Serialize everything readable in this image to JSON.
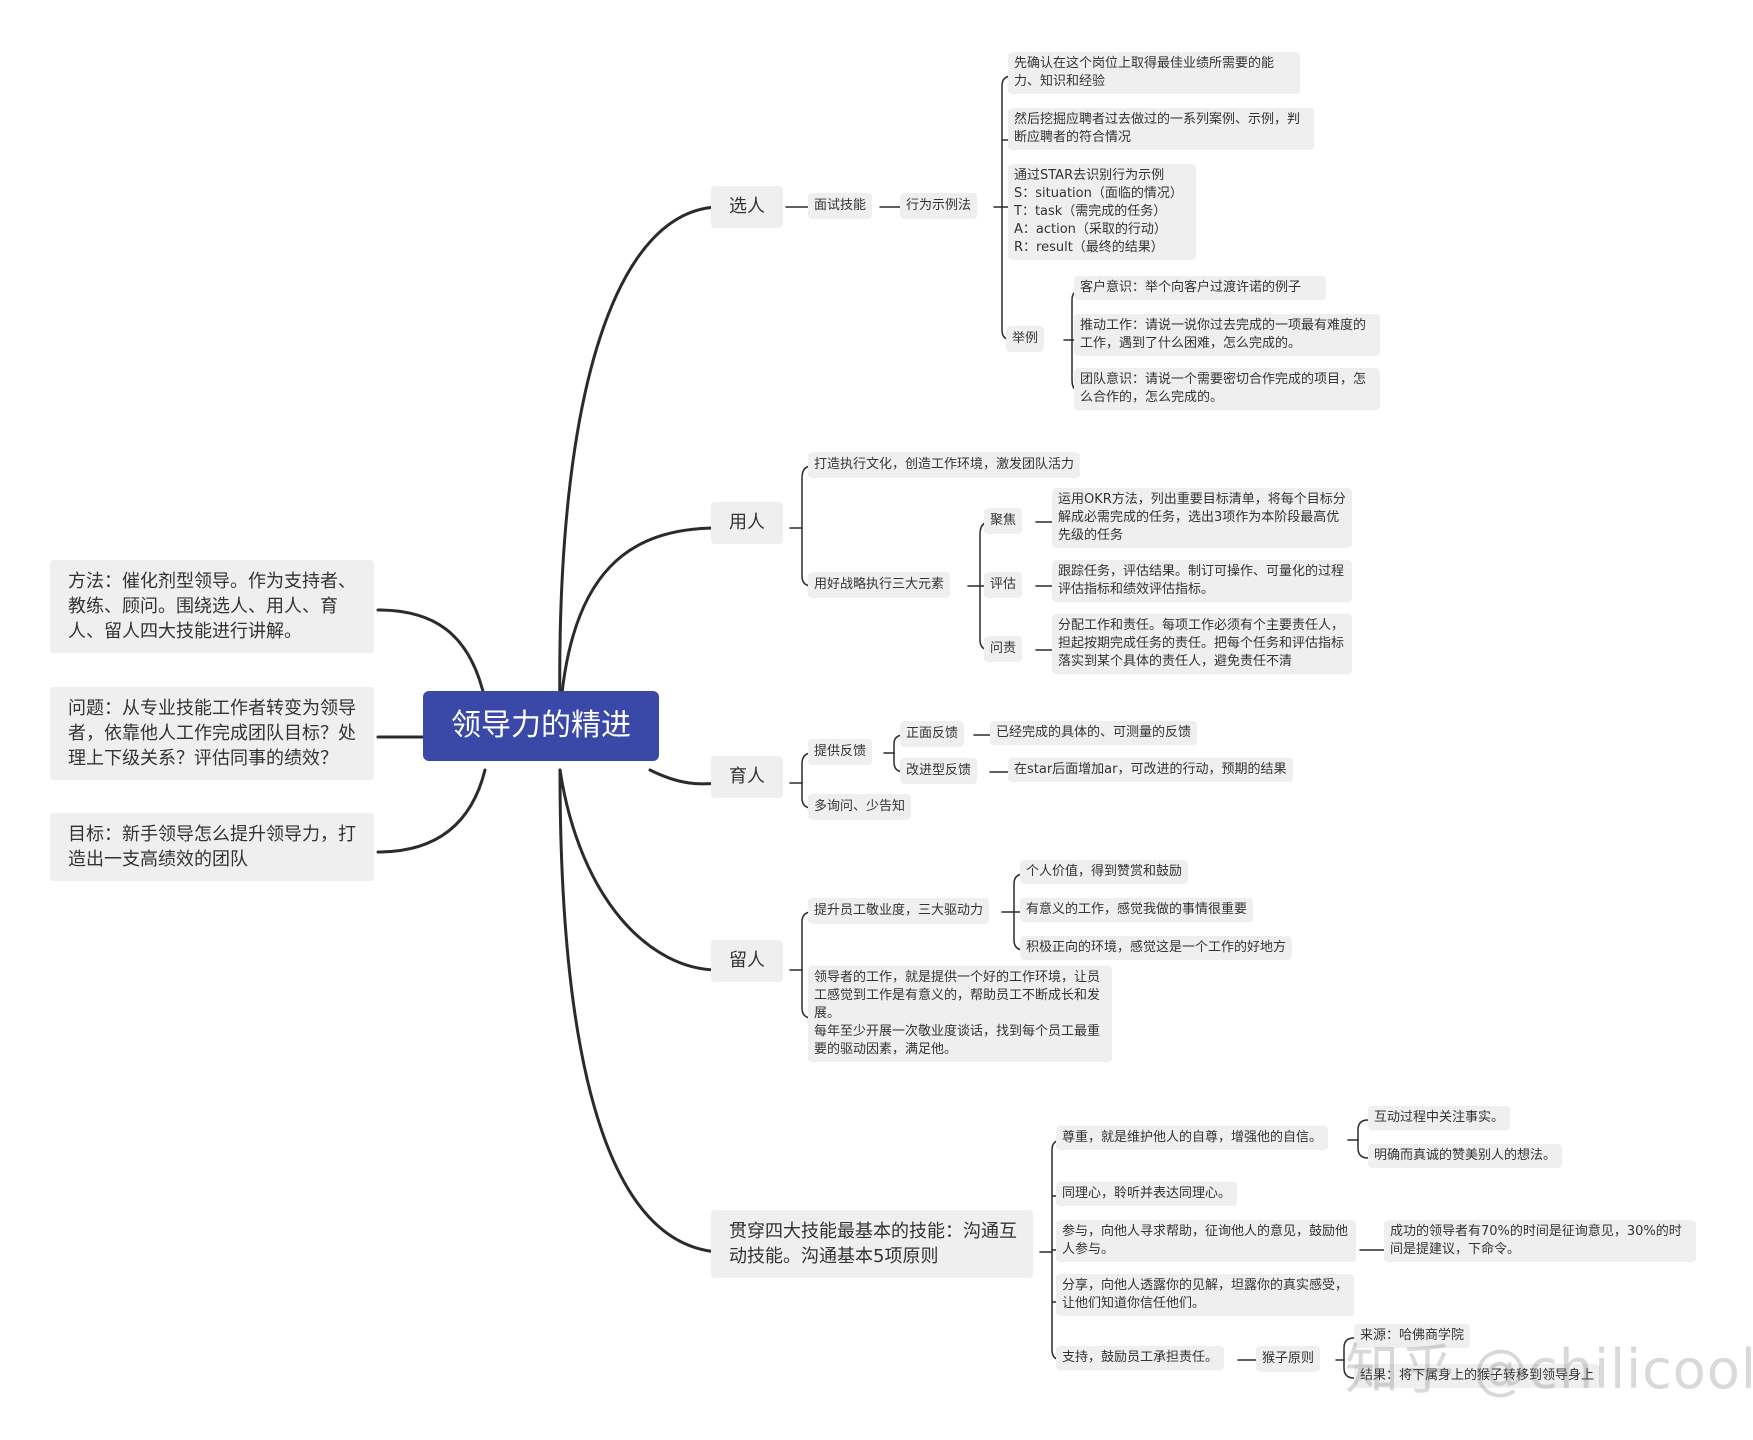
{
  "root": "领导力的精进",
  "left_notes": {
    "method": "方法：催化剂型领导。作为支持者、教练、顾问。围绕选人、用人、育人、留人四大技能进行讲解。",
    "problem": "问题：从专业技能工作者转变为领导者，依靠他人工作完成团队目标？处理上下级关系？评估同事的绩效？",
    "goal": "目标：新手领导怎么提升领导力，打造出一支高绩效的团队"
  },
  "xuanren": {
    "label": "选人",
    "interview": "面试技能",
    "behavior": "行为示例法",
    "b1": "先确认在这个岗位上取得最佳业绩所需要的能力、知识和经验",
    "b2": "然后挖掘应聘者过去做过的一系列案例、示例，判断应聘者的符合情况",
    "b3": "通过STAR去识别行为示例\nS：situation（面临的情况）\nT：task（需完成的任务）\nA：action（采取的行动）\nR：result（最终的结果）",
    "example": "举例",
    "e1": "客户意识：举个向客户过渡许诺的例子",
    "e2": "推动工作：请说一说你过去完成的一项最有难度的工作，遇到了什么困难，怎么完成的。",
    "e3": "团队意识：请说一个需要密切合作完成的项目，怎么合作的，怎么完成的。"
  },
  "yongren": {
    "label": "用人",
    "culture": "打造执行文化，创造工作环境，激发团队活力",
    "strategy": "用好战略执行三大元素",
    "focus": "聚焦",
    "focus_text": "运用OKR方法，列出重要目标清单，将每个目标分解成必需完成的任务，选出3项作为本阶段最高优先级的任务",
    "eval": "评估",
    "eval_text": "跟踪任务，评估结果。制订可操作、可量化的过程评估指标和绩效评估指标。",
    "duty": "问责",
    "duty_text": "分配工作和责任。每项工作必须有个主要责任人，担起按期完成任务的责任。把每个任务和评估指标落实到某个具体的责任人，避免责任不清"
  },
  "yuren": {
    "label": "育人",
    "feedback": "提供反馈",
    "positive": "正面反馈",
    "positive_text": "已经完成的具体的、可测量的反馈",
    "improve": "改进型反馈",
    "improve_text": "在star后面增加ar，可改进的行动，预期的结果",
    "ask": "多询问、少告知"
  },
  "liuren": {
    "label": "留人",
    "engage": "提升员工敬业度，三大驱动力",
    "d1": "个人价值，得到赞赏和鼓励",
    "d2": "有意义的工作，感觉我做的事情很重要",
    "d3": "积极正向的环境，感觉这是一个工作的好地方",
    "leader": "领导者的工作，就是提供一个好的工作环境，让员工感觉到工作是有意义的，帮助员工不断成长和发展。\n每年至少开展一次敬业度谈话，找到每个员工最重要的驱动因素，满足他。"
  },
  "goutong": {
    "label": "贯穿四大技能最基本的技能：沟通互动技能。沟通基本5项原则",
    "respect": "尊重，就是维护他人的自尊，增强他的自信。",
    "r1": "互动过程中关注事实。",
    "r2": "明确而真诚的赞美别人的想法。",
    "empathy": "同理心，聆听并表达同理心。",
    "participate": "参与，向他人寻求帮助，征询他人的意见，鼓励他人参与。",
    "participate_note": "成功的领导者有70%的时间是征询意见，30%的时间是提建议，下命令。",
    "share": "分享，向他人透露你的见解，坦露你的真实感受，让他们知道你信任他们。",
    "support": "支持，鼓励员工承担责任。",
    "monkey": "猴子原则",
    "source": "来源：哈佛商学院",
    "result": "结果：将下属身上的猴子转移到领导身上"
  },
  "watermark": "知乎 @chilicool"
}
